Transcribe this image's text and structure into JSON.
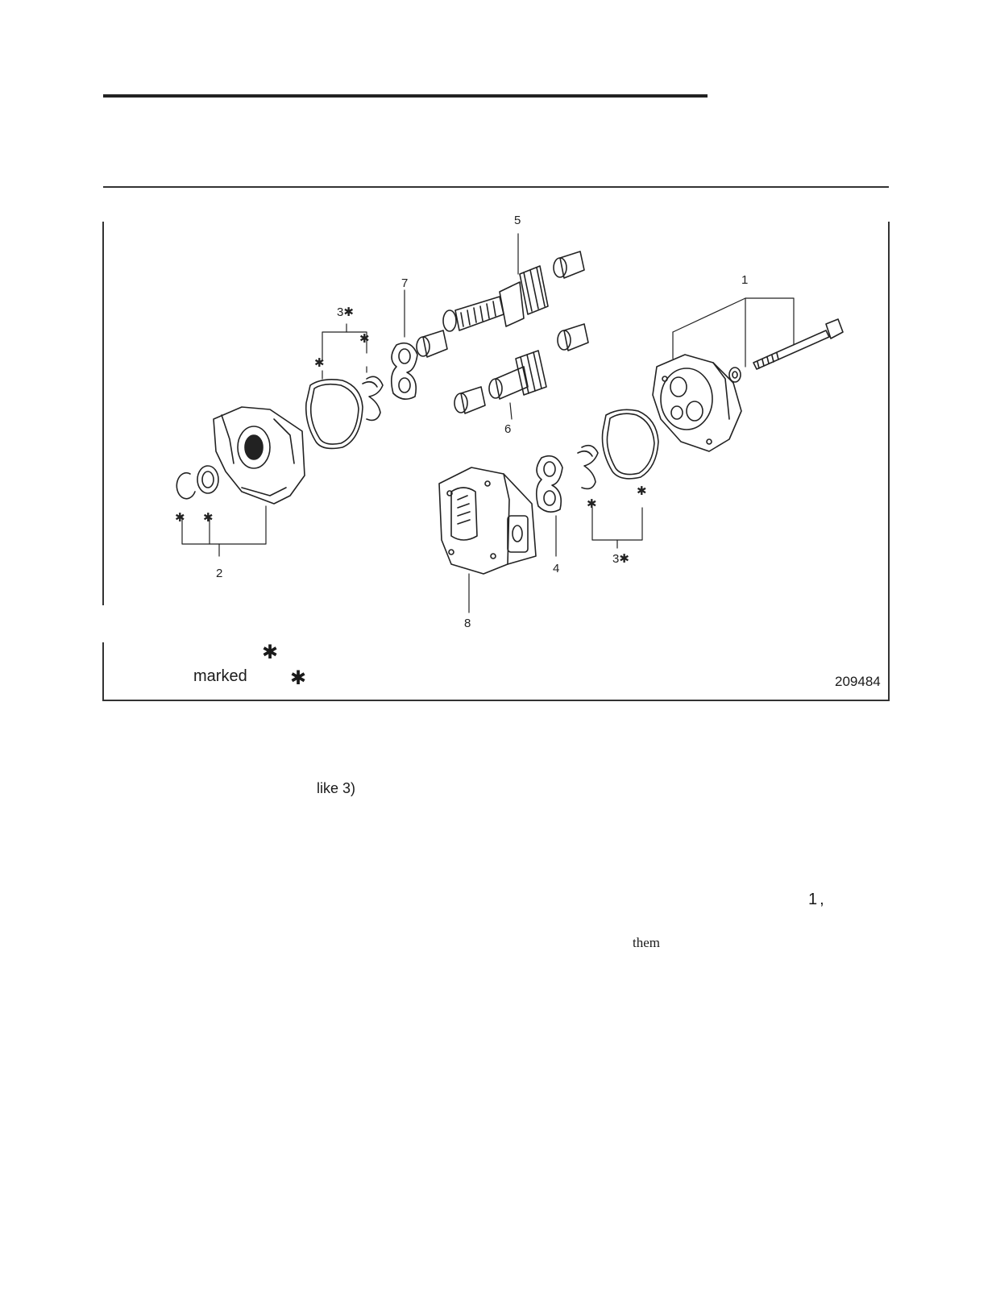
{
  "figure": {
    "callouts": {
      "c1": "1",
      "c2": "2",
      "c3a": "3✱",
      "c3b": "3✱",
      "c4": "4",
      "c5": "5",
      "c6": "6",
      "c7": "7",
      "c8": "8",
      "star": "✱"
    },
    "note_star": "✱",
    "note_marked": "marked",
    "note_star_2": "✱",
    "figure_number": "209484"
  },
  "body": {
    "fragment_like": "like 3)",
    "fragment_one": "1,",
    "fragment_them": "them"
  }
}
